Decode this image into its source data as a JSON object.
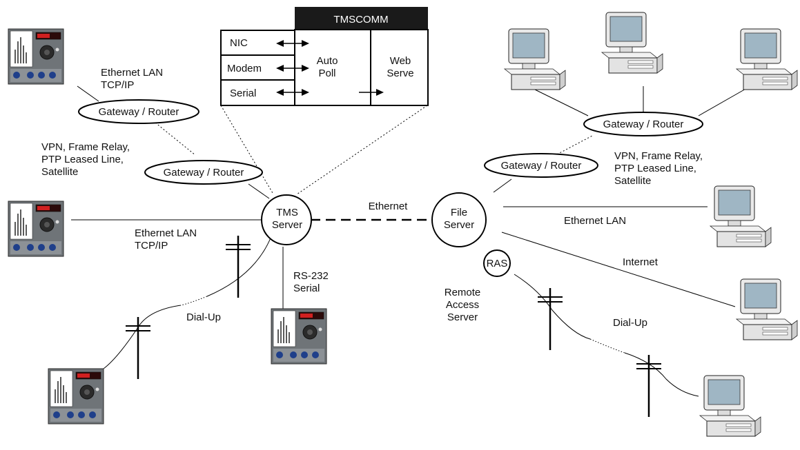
{
  "tmscomm": {
    "title": "TMSCOMM",
    "ports": [
      "NIC",
      "Modem",
      "Serial"
    ],
    "auto_poll": [
      "Auto",
      "Poll"
    ],
    "web_serve": [
      "Web",
      "Serve"
    ]
  },
  "nodes": {
    "tms_server": [
      "TMS",
      "Server"
    ],
    "file_server": [
      "File",
      "Server"
    ],
    "ras": "RAS",
    "ras_desc": [
      "Remote",
      "Access",
      "Server"
    ]
  },
  "gateways": {
    "gw_top_left": "Gateway / Router",
    "gw_mid_left": "Gateway / Router",
    "gw_top_right": "Gateway / Router",
    "gw_mid_right": "Gateway / Router"
  },
  "labels": {
    "eth_lan_tcpip_top": [
      "Ethernet LAN",
      "TCP/IP"
    ],
    "vpn_left": [
      "VPN, Frame Relay,",
      "PTP Leased Line,",
      "Satellite"
    ],
    "eth_lan_tcpip_mid": [
      "Ethernet LAN",
      "TCP/IP"
    ],
    "ethernet": "Ethernet",
    "rs232": [
      "RS-232",
      "Serial"
    ],
    "dialup_left": "Dial-Up",
    "vpn_right": [
      "VPN, Frame Relay,",
      "PTP Leased Line,",
      "Satellite"
    ],
    "eth_lan_right": "Ethernet LAN",
    "internet": "Internet",
    "dialup_right": "Dial-Up"
  },
  "devices": {
    "meter_icon": "power-meter-icon",
    "pc_icon": "desktop-computer-icon",
    "pole_icon": "utility-pole-icon"
  },
  "colors": {
    "header_bg": "#1a1a1a",
    "line": "#000000",
    "meter_body": "#6f7478",
    "pc_body": "#e9e9e9",
    "screen": "#9fb6c4"
  }
}
